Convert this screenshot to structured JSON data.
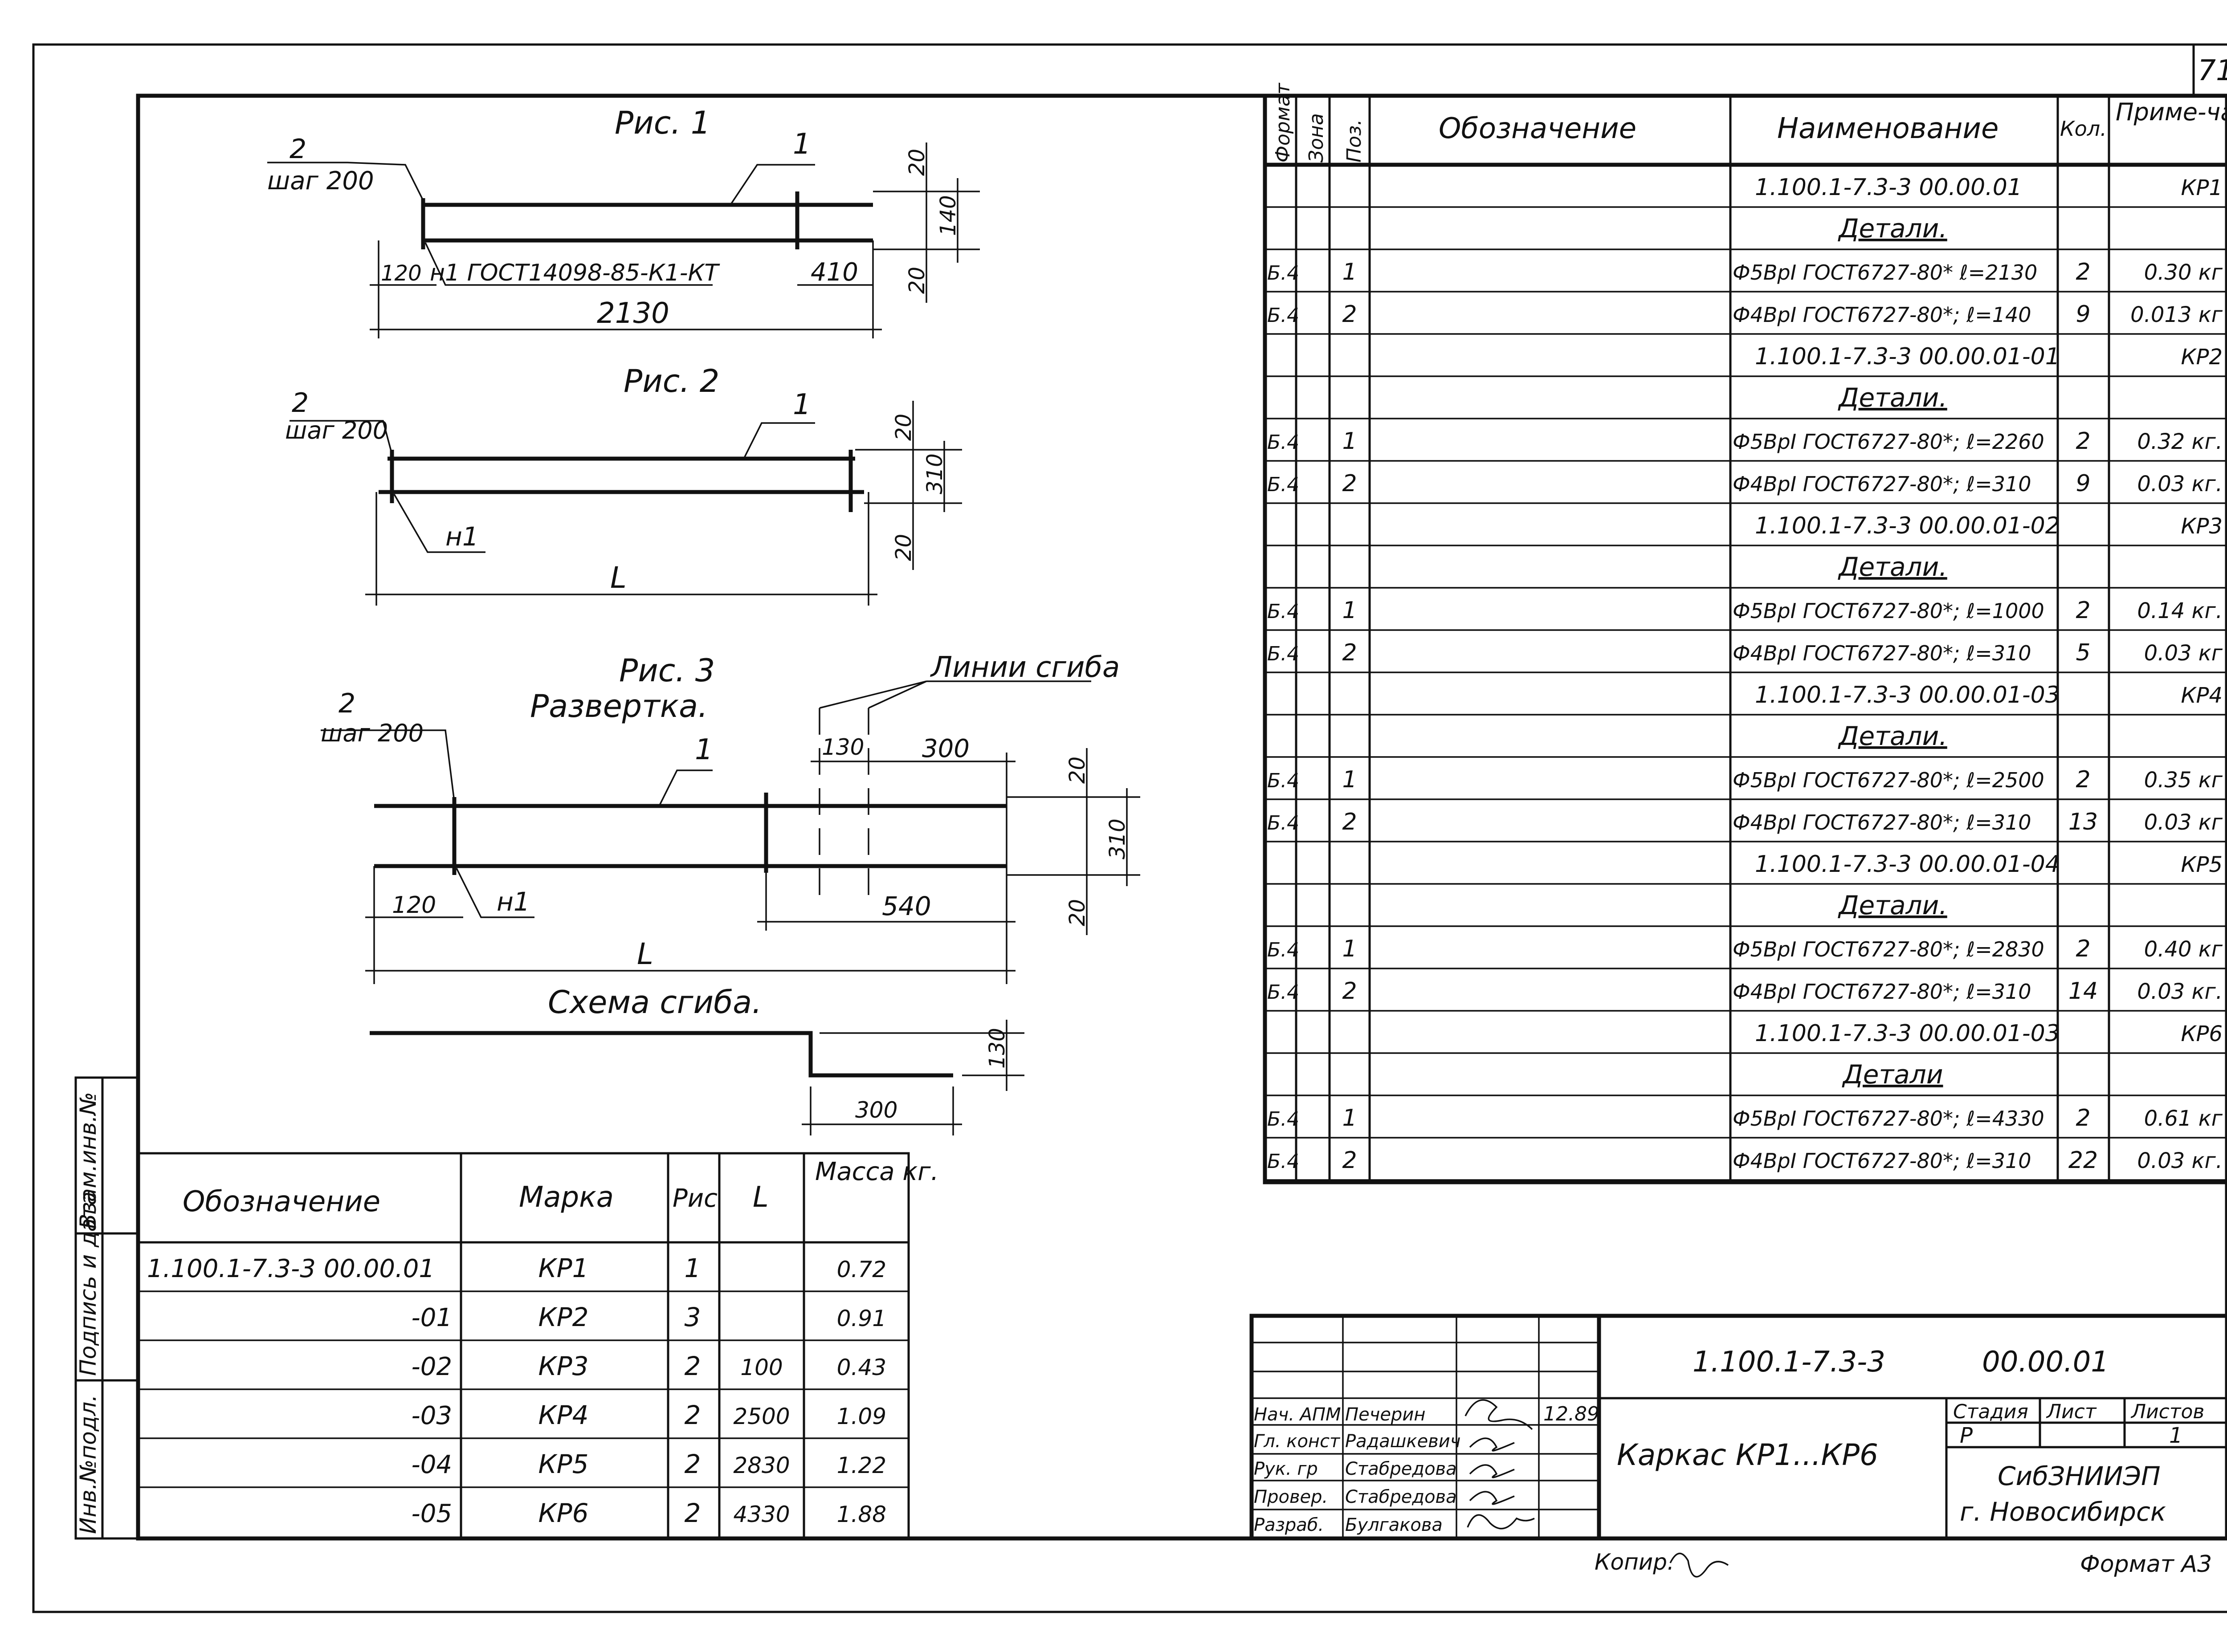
{
  "page_number": "71",
  "figures": {
    "fig1": {
      "title": "Рис. 1",
      "pos1": "1",
      "pos2": "2",
      "step": "шаг 200",
      "weld": "н1 ГОСТ14098-85-К1-КТ",
      "dim_left": "120",
      "dim_right": "410",
      "dim_total": "2130",
      "dim_top": "20",
      "dim_bottom": "20",
      "dim_height": "140"
    },
    "fig2": {
      "title": "Рис. 2",
      "pos1": "1",
      "pos2": "2",
      "step": "шаг 200",
      "weld": "н1",
      "dim_total": "L",
      "dim_top": "20",
      "dim_bottom": "20",
      "dim_height": "310"
    },
    "fig3": {
      "title": "Рис. 3",
      "subtitle": "Развертка.",
      "bend_lines": "Линии сгиба",
      "pos1": "1",
      "pos2": "2",
      "step": "шаг 200",
      "weld": "н1",
      "dim_left": "120",
      "dim_130": "130",
      "dim_300": "300",
      "dim_540": "540",
      "dim_total": "L",
      "dim_top": "20",
      "dim_bottom": "20",
      "dim_height": "310"
    },
    "bend_scheme": {
      "title": "Схема сгиба.",
      "dim_vertical": "130",
      "dim_horizontal": "300"
    }
  },
  "marks_table": {
    "headers": [
      "Обозначение",
      "Марка",
      "Рис",
      "L",
      "Масса кг."
    ],
    "rows": [
      {
        "designation": "1.100.1-7.3-3  00.00.01",
        "mark": "КР1",
        "fig": "1",
        "length": "",
        "mass": "0.72"
      },
      {
        "designation": "-01",
        "mark": "КР2",
        "fig": "3",
        "length": "",
        "mass": "0.91"
      },
      {
        "designation": "-02",
        "mark": "КР3",
        "fig": "2",
        "length": "100",
        "mass": "0.43"
      },
      {
        "designation": "-03",
        "mark": "КР4",
        "fig": "2",
        "length": "2500",
        "mass": "1.09"
      },
      {
        "designation": "-04",
        "mark": "КР5",
        "fig": "2",
        "length": "2830",
        "mass": "1.22"
      },
      {
        "designation": "-05",
        "mark": "КР6",
        "fig": "2",
        "length": "4330",
        "mass": "1.88"
      }
    ]
  },
  "left_stamp": [
    "Взам.инв.№",
    "Подпись и дата",
    "Инв.№подл."
  ],
  "spec": {
    "headers": {
      "format": "Формат",
      "zone": "Зона",
      "pos": "Поз.",
      "designation": "Обозначение",
      "name": "Наименование",
      "qty": "Кол.",
      "note": "Приме-чание"
    },
    "rows": [
      {
        "fmt": "",
        "pos": "",
        "name": "1.100.1-7.3-3   00.00.01",
        "qty": "",
        "note": "КР1",
        "kind": "assembly"
      },
      {
        "fmt": "",
        "pos": "",
        "name": "Детали.",
        "qty": "",
        "note": "",
        "kind": "section"
      },
      {
        "fmt": "Б.4",
        "pos": "1",
        "name": "Ф5ВрI ГОСТ6727-80* ℓ=2130",
        "qty": "2",
        "note": "0.30 кг"
      },
      {
        "fmt": "Б.4",
        "pos": "2",
        "name": "Ф4ВрI ГОСТ6727-80*; ℓ=140",
        "qty": "9",
        "note": "0.013 кг"
      },
      {
        "fmt": "",
        "pos": "",
        "name": "1.100.1-7.3-3   00.00.01-01",
        "qty": "",
        "note": "КР2",
        "kind": "assembly"
      },
      {
        "fmt": "",
        "pos": "",
        "name": "Детали.",
        "qty": "",
        "note": "",
        "kind": "section"
      },
      {
        "fmt": "Б.4",
        "pos": "1",
        "name": "Ф5ВрI ГОСТ6727-80*; ℓ=2260",
        "qty": "2",
        "note": "0.32 кг."
      },
      {
        "fmt": "Б.4",
        "pos": "2",
        "name": "Ф4ВрI ГОСТ6727-80*; ℓ=310",
        "qty": "9",
        "note": "0.03 кг."
      },
      {
        "fmt": "",
        "pos": "",
        "name": "1.100.1-7.3-3   00.00.01-02",
        "qty": "",
        "note": "КР3",
        "kind": "assembly"
      },
      {
        "fmt": "",
        "pos": "",
        "name": "Детали.",
        "qty": "",
        "note": "",
        "kind": "section"
      },
      {
        "fmt": "Б.4",
        "pos": "1",
        "name": "Ф5ВрI ГОСТ6727-80*; ℓ=1000",
        "qty": "2",
        "note": "0.14 кг."
      },
      {
        "fmt": "Б.4",
        "pos": "2",
        "name": "Ф4ВрI ГОСТ6727-80*; ℓ=310",
        "qty": "5",
        "note": "0.03 кг"
      },
      {
        "fmt": "",
        "pos": "",
        "name": "1.100.1-7.3-3   00.00.01-03",
        "qty": "",
        "note": "КР4",
        "kind": "assembly"
      },
      {
        "fmt": "",
        "pos": "",
        "name": "Детали.",
        "qty": "",
        "note": "",
        "kind": "section"
      },
      {
        "fmt": "Б.4",
        "pos": "1",
        "name": "Ф5ВрI ГОСТ6727-80*; ℓ=2500",
        "qty": "2",
        "note": "0.35 кг"
      },
      {
        "fmt": "Б.4",
        "pos": "2",
        "name": "Ф4ВрI ГОСТ6727-80*; ℓ=310",
        "qty": "13",
        "note": "0.03 кг"
      },
      {
        "fmt": "",
        "pos": "",
        "name": "1.100.1-7.3-3   00.00.01-04",
        "qty": "",
        "note": "КР5",
        "kind": "assembly"
      },
      {
        "fmt": "",
        "pos": "",
        "name": "Детали.",
        "qty": "",
        "note": "",
        "kind": "section"
      },
      {
        "fmt": "Б.4",
        "pos": "1",
        "name": "Ф5ВрI ГОСТ6727-80*; ℓ=2830",
        "qty": "2",
        "note": "0.40 кг"
      },
      {
        "fmt": "Б.4",
        "pos": "2",
        "name": "Ф4ВрI ГОСТ6727-80*; ℓ=310",
        "qty": "14",
        "note": "0.03 кг."
      },
      {
        "fmt": "",
        "pos": "",
        "name": "1.100.1-7.3-3   00.00.01-03",
        "qty": "",
        "note": "КР6",
        "kind": "assembly"
      },
      {
        "fmt": "",
        "pos": "",
        "name": "Детали",
        "qty": "",
        "note": "",
        "kind": "section"
      },
      {
        "fmt": "Б.4",
        "pos": "1",
        "name": "Ф5ВрI ГОСТ6727-80*; ℓ=4330",
        "qty": "2",
        "note": "0.61 кг"
      },
      {
        "fmt": "Б.4",
        "pos": "2",
        "name": "Ф4ВрI ГОСТ6727-80*; ℓ=310",
        "qty": "22",
        "note": "0.03 кг."
      }
    ]
  },
  "title_block": {
    "doc_code": "1.100.1-7.3-3",
    "doc_number": "00.00.01",
    "title": "Каркас КР1...КР6",
    "stage_label": "Стадия",
    "sheet_label": "Лист",
    "sheets_label": "Листов",
    "stage": "Р",
    "sheets": "1",
    "org_line1": "СибЗНИИЭП",
    "org_line2": "г. Новосибирск",
    "date": "12.89",
    "staff": [
      {
        "role": "Нач. АПМ",
        "name": "Печерин"
      },
      {
        "role": "Гл. конст",
        "name": "Радашкевич"
      },
      {
        "role": "Рук. гр",
        "name": "Стабредова"
      },
      {
        "role": "Провер.",
        "name": "Стабредова"
      },
      {
        "role": "Разраб.",
        "name": "Булгакова"
      }
    ],
    "copied": "Копир.",
    "format": "Формат А3"
  }
}
